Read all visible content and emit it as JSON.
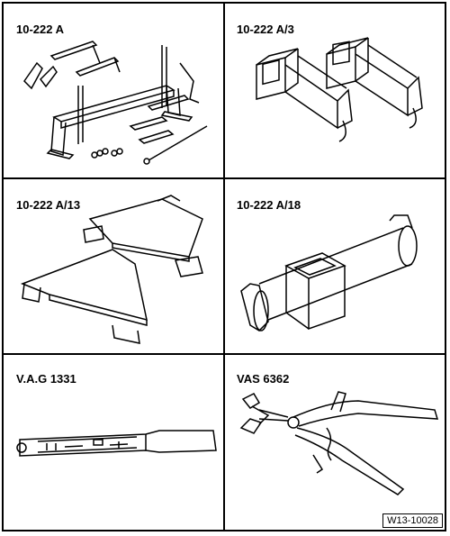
{
  "panels": [
    {
      "label": "10-222 A",
      "icon": "engine-support-bridge-kit"
    },
    {
      "label": "10-222 A/3",
      "icon": "adapter-pair"
    },
    {
      "label": "10-222 A/13",
      "icon": "support-plates"
    },
    {
      "label": "10-222 A/18",
      "icon": "adapter-arm"
    },
    {
      "label": "V.A.G 1331",
      "icon": "torque-wrench"
    },
    {
      "label": "VAS 6362",
      "icon": "hose-clip-pliers"
    }
  ],
  "figure_ref": "W13-10028"
}
